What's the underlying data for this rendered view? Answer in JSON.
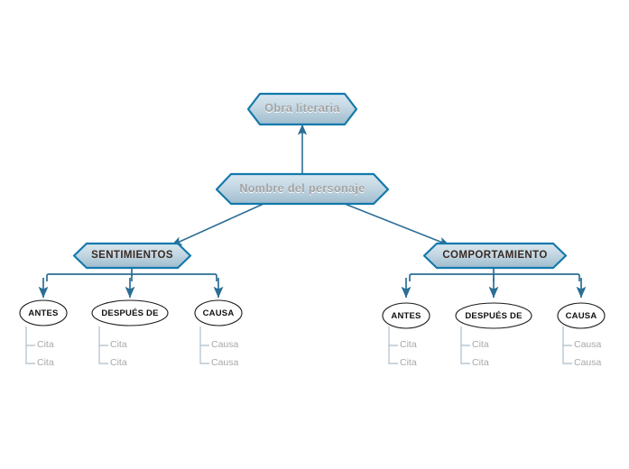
{
  "diagram": {
    "type": "mind-map",
    "title_text": "Obra literaria",
    "background": "#ffffff",
    "colors": {
      "node_border": "#1379ac",
      "node_fill_top": "#cfe0ea",
      "node_fill_bottom": "#a8c2d2",
      "connector_main": "#2b6e95",
      "connector_leaf": "#b9c7d2",
      "muted_text": "#a3a3a3",
      "strong_text": "#3a2a22",
      "leaf_text": "#a8a8a8",
      "ellipse_stroke": "#1a1a1a",
      "ellipse_fill": "#ffffff"
    },
    "root": {
      "label": "Obra literaria"
    },
    "subject": {
      "label": "Nombre del personaje"
    },
    "branches": [
      {
        "label": "SENTIMIENTOS",
        "children": [
          {
            "label": "ANTES",
            "leaves": [
              "Cita",
              "Cita"
            ]
          },
          {
            "label": "DESPUÉS DE",
            "leaves": [
              "Cita",
              "Cita"
            ]
          },
          {
            "label": "CAUSA",
            "leaves": [
              "Causa",
              "Causa"
            ]
          }
        ]
      },
      {
        "label": "COMPORTAMIENTO",
        "children": [
          {
            "label": "ANTES",
            "leaves": [
              "Cita",
              "Cita"
            ]
          },
          {
            "label": "DESPUÉS DE",
            "leaves": [
              "Cita",
              "Cita"
            ]
          },
          {
            "label": "CAUSA",
            "leaves": [
              "Causa",
              "Causa"
            ]
          }
        ]
      }
    ]
  }
}
